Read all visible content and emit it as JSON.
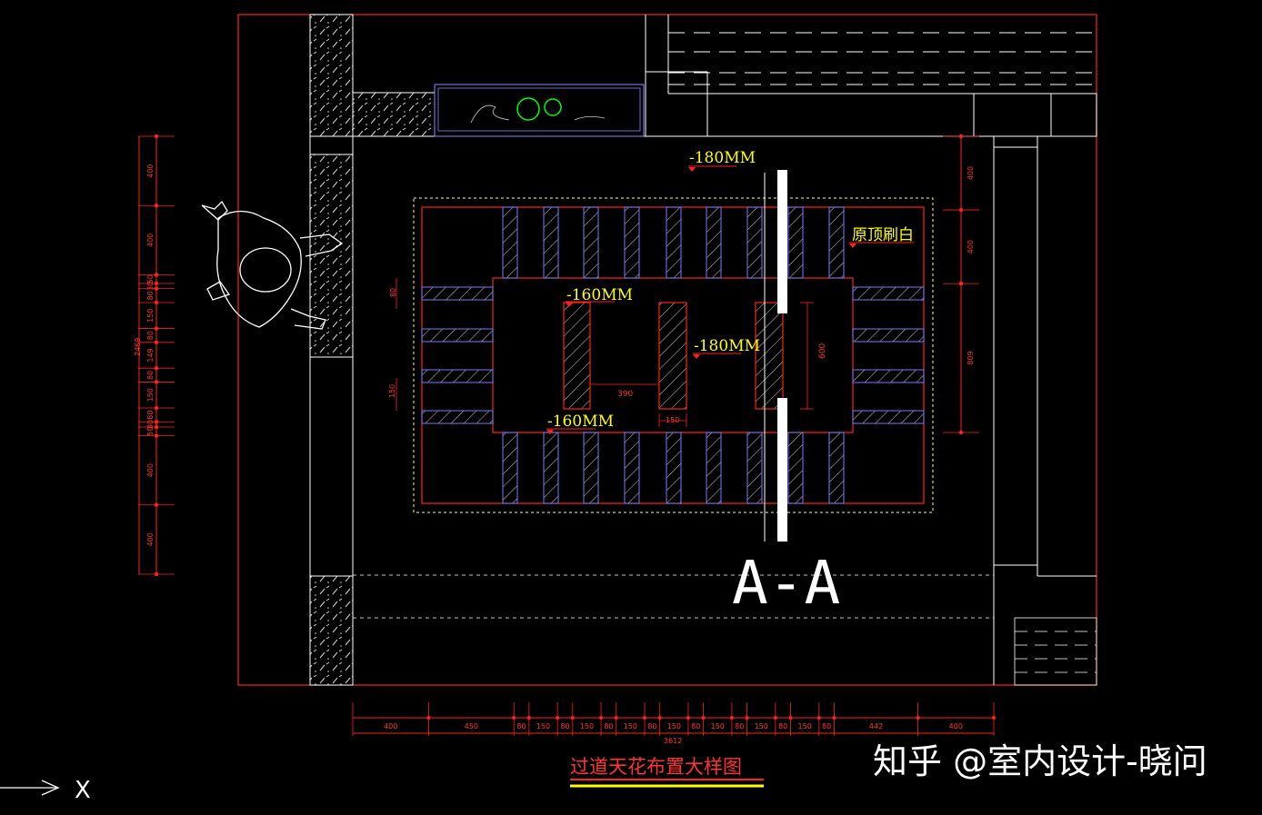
{
  "drawing": {
    "title": "过道天花布置大样图",
    "section_label": "A-A",
    "watermark": "知乎 @室内设计-晓问",
    "axis_label": "X",
    "colors": {
      "background": "#000000",
      "frame": "#ff2020",
      "lines": "#ffffff",
      "level_text": "#ffff00",
      "hatch": "#ffffff",
      "joist": "#7777ff",
      "plant": "#00ff00",
      "underline": "#ffff00"
    },
    "levels": {
      "top": "-180MM",
      "center": "-180MM",
      "left_upper": "-160MM",
      "left_lower": "-160MM",
      "note": "原顶刷白"
    },
    "inner_dims": {
      "gap": "390",
      "width": "150",
      "height": "600",
      "left_a": "80",
      "left_b": "150"
    },
    "bottom_dims": {
      "segments": [
        "400",
        "450",
        "80",
        "150",
        "80",
        "150",
        "80",
        "150",
        "80",
        "150",
        "80",
        "150",
        "80",
        "150",
        "80",
        "150",
        "80",
        "442",
        "400"
      ],
      "total": "3612"
    },
    "left_dims": {
      "segments": [
        "400",
        "400",
        "50",
        "30",
        "80",
        "150",
        "80",
        "149",
        "80",
        "150",
        "80",
        "30",
        "50",
        "400",
        "400"
      ],
      "total": "2469"
    },
    "right_dims": {
      "segments": [
        "400",
        "400",
        "809"
      ]
    }
  }
}
